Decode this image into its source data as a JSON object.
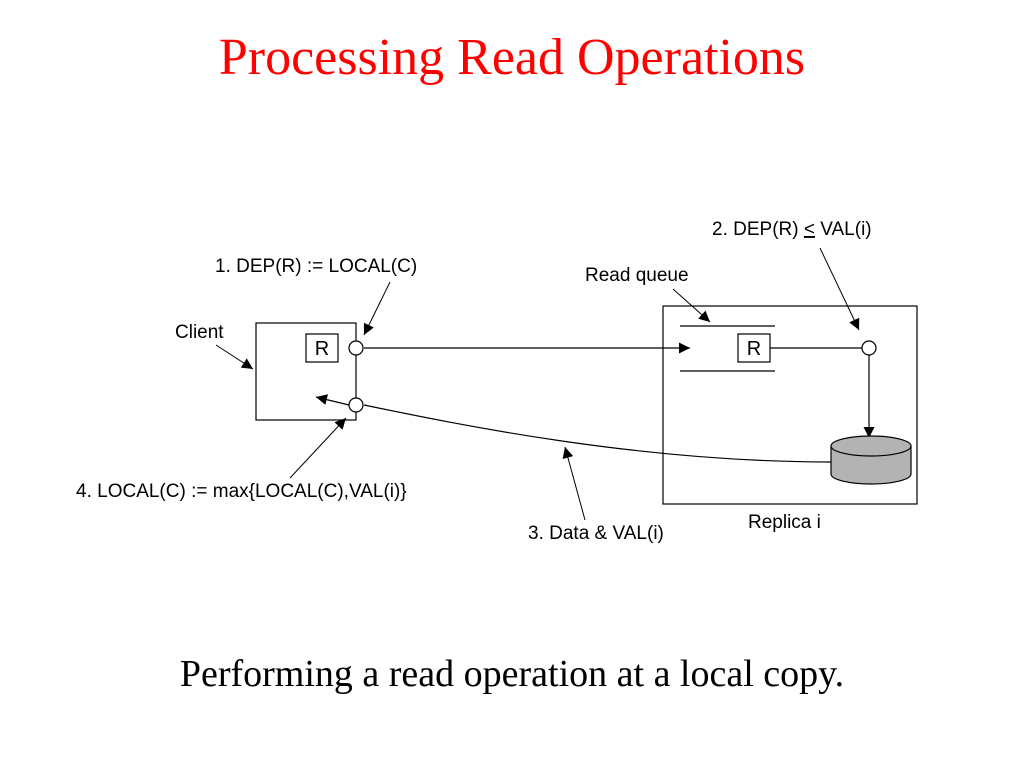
{
  "slide": {
    "title": "Processing Read Operations",
    "caption": "Performing a read operation at a local copy."
  },
  "diagram": {
    "client_label": "Client",
    "client_request": "R",
    "replica_label": "Replica i",
    "replica_request": "R",
    "read_queue_label": "Read queue",
    "step1": "1. DEP(R) := LOCAL(C)",
    "step2_prefix": "2. DEP(R) ",
    "step2_symbol": "<",
    "step2_suffix": " VAL(i)",
    "step3": "3. Data & VAL(i)",
    "step4": "4. LOCAL(C) := max{LOCAL(C),VAL(i)}"
  },
  "colors": {
    "title": "#ff0000",
    "storage_fill": "#b3b3b3",
    "line": "#000000"
  }
}
